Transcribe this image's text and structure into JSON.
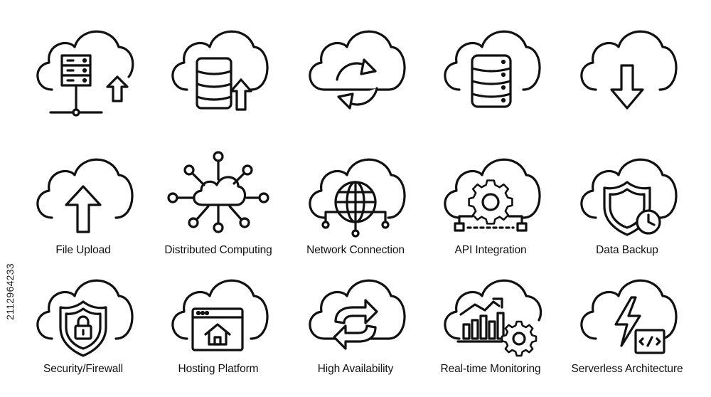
{
  "stock_id": "2112964233",
  "stroke_color": "#111111",
  "icons": [
    {
      "name": "cloud-server-upload-icon",
      "label": ""
    },
    {
      "name": "cloud-database-upload-icon",
      "label": ""
    },
    {
      "name": "cloud-sync-icon",
      "label": ""
    },
    {
      "name": "cloud-database-icon",
      "label": ""
    },
    {
      "name": "cloud-download-icon",
      "label": ""
    },
    {
      "name": "cloud-upload-arrow-icon",
      "label": "File Upload"
    },
    {
      "name": "cloud-network-nodes-icon",
      "label": "Distributed Computing"
    },
    {
      "name": "cloud-globe-icon",
      "label": "Network Connection"
    },
    {
      "name": "cloud-gear-icon",
      "label": "API Integration"
    },
    {
      "name": "cloud-shield-clock-icon",
      "label": "Data Backup"
    },
    {
      "name": "cloud-shield-lock-icon",
      "label": "Security/Firewall"
    },
    {
      "name": "cloud-browser-home-icon",
      "label": "Hosting Platform"
    },
    {
      "name": "cloud-two-arrows-icon",
      "label": "High Availability"
    },
    {
      "name": "cloud-chart-gear-icon",
      "label": "Real-time Monitoring"
    },
    {
      "name": "cloud-bolt-code-icon",
      "label": "Serverless Architecture"
    }
  ]
}
